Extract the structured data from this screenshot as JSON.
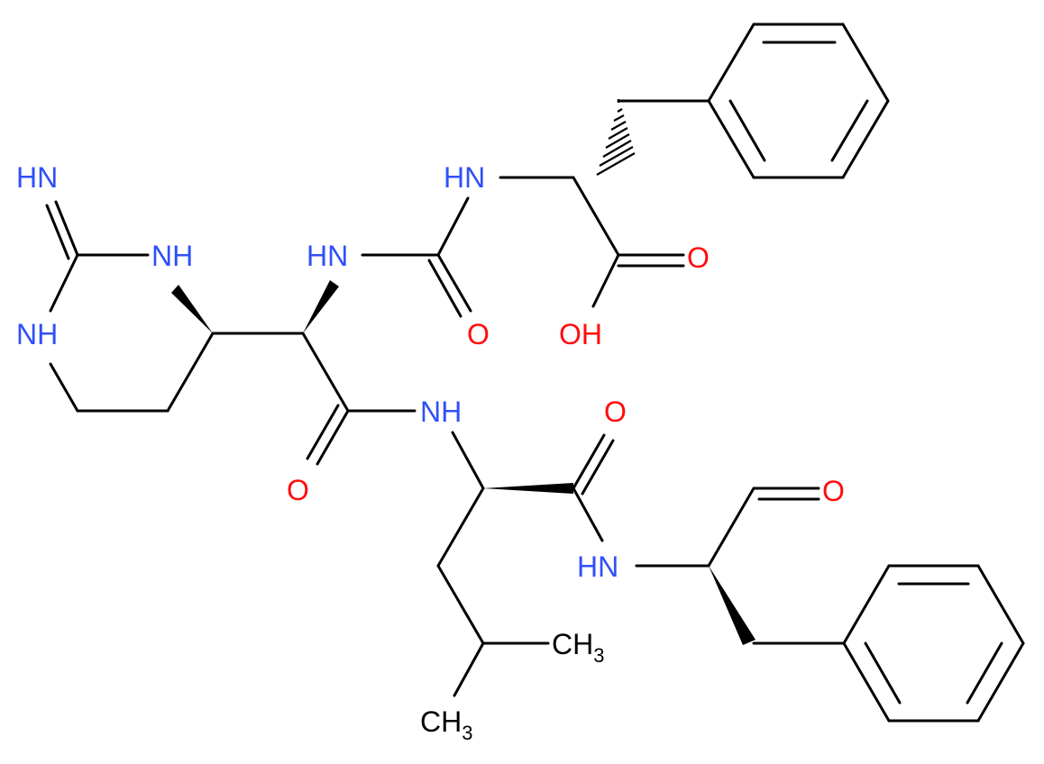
{
  "colors": {
    "bond": "#000000",
    "nitrogen": "#3050f8",
    "oxygen": "#ff0d0d",
    "carbon": "#000000",
    "background": "#ffffff"
  },
  "atoms": {
    "imine_nh": "HN",
    "ring_nh_right": "NH",
    "ring_nh_left": "NH",
    "urea_nh_left": "HN",
    "urea_o": "O",
    "phe_nh": "HN",
    "acid_o": "O",
    "acid_oh": "OH",
    "amide1_o": "O",
    "amide1_nh": "NH",
    "amide2_o": "O",
    "amide2_nh": "HN",
    "aldehyde_o": "O",
    "methyl_right": "CH",
    "methyl_right_sub": "3",
    "methyl_left": "CH",
    "methyl_left_sub": "3"
  }
}
